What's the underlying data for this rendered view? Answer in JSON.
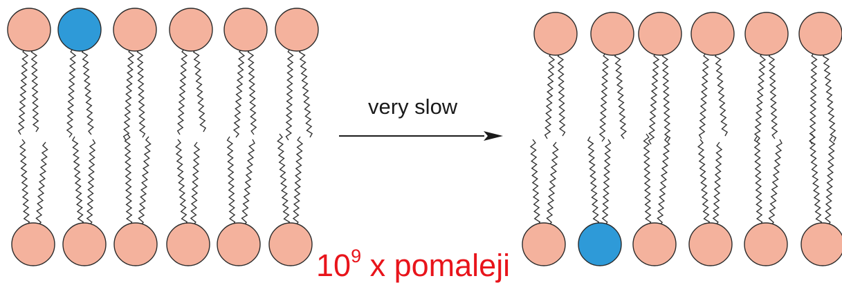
{
  "arrow": {
    "label": "very slow"
  },
  "caption": {
    "base": "10",
    "exponent": "9",
    "rest": " x pomaleji"
  },
  "colors": {
    "head": "#f4b29d",
    "marked_head": "#2e9ad8",
    "outline": "#2b2b2b",
    "tail": "#333333",
    "caption": "#e8141b"
  },
  "membranes": [
    {
      "name": "before-flip-flop",
      "outer_marked_index": 1,
      "inner_marked_index": null,
      "lipids_per_leaflet": 6
    },
    {
      "name": "after-flip-flop",
      "outer_marked_index": null,
      "inner_marked_index": 1,
      "lipids_per_leaflet": 6
    }
  ]
}
